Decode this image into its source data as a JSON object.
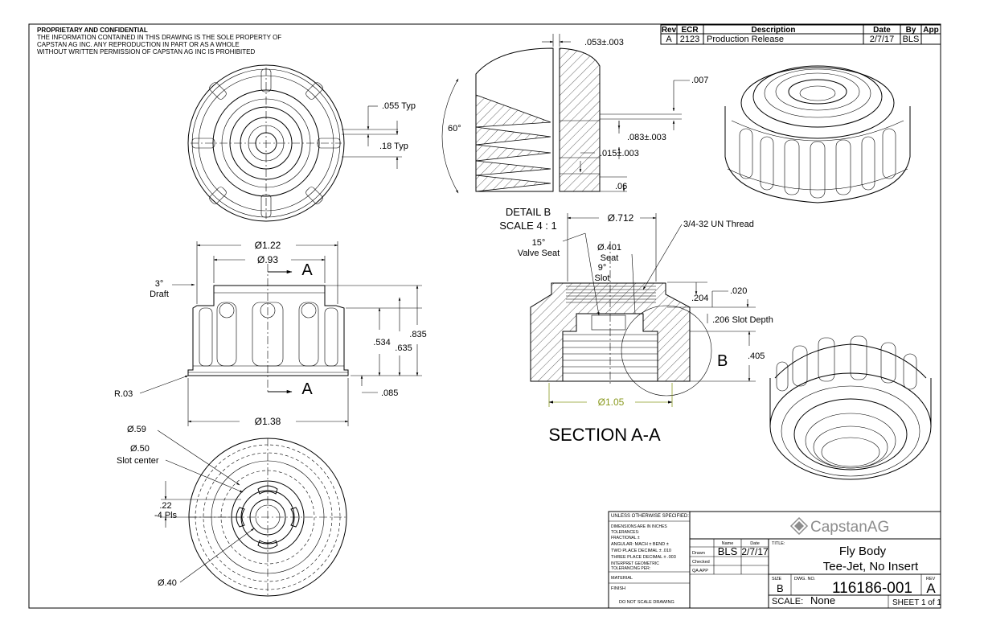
{
  "proprietary": {
    "heading": "PROPRIETARY AND CONFIDENTIAL",
    "line1": "THE INFORMATION CONTAINED IN THIS DRAWING IS THE SOLE PROPERTY OF",
    "line2": "CAPSTAN AG INC. ANY REPRODUCTION IN PART OR AS A WHOLE",
    "line3": "WITHOUT WRITTEN PERMISSION OF CAPSTAN AG INC IS PROHIBITED"
  },
  "revision_table": {
    "headers": {
      "rev": "Rev",
      "ecr": "ECR",
      "description": "Description",
      "date": "Date",
      "by": "By",
      "app": "App"
    },
    "row": {
      "rev": "A",
      "ecr": "2123",
      "description": "Production Release",
      "date": "2/7/17",
      "by": "BLS",
      "app": ""
    }
  },
  "dimensions": {
    "typ055": ".055 Typ",
    "typ18": ".18 Typ",
    "d122": "Ø1.22",
    "d093": "Ø.93",
    "draft_angle": "3°",
    "draft_label": "Draft",
    "d534": ".534",
    "d635": ".635",
    "d835": ".835",
    "r03": "R.03",
    "d085": ".085",
    "d138": "Ø1.38",
    "section_letter": "A",
    "d059": "Ø.59",
    "d050": "Ø.50",
    "slot_center": "Slot center",
    "d022": ".22",
    "pls": "-4 Pls",
    "d040": "Ø.40",
    "d053": ".053±.003",
    "d007": ".007",
    "angle60": "60°",
    "d083": ".083±.003",
    "d015": ".015±.003",
    "d06": ".06",
    "detail_b": "DETAIL B",
    "detail_scale": "SCALE 4 : 1",
    "d0712": "Ø.712",
    "thread": "3/4-32 UN Thread",
    "valve_angle": "15°",
    "valve_seat": "Valve Seat",
    "d0401": "Ø.401",
    "seat": "Seat",
    "slot_angle": "9°",
    "slot": "Slot",
    "d020": ".020",
    "d204": ".204",
    "slot_depth": ".206 Slot Depth",
    "detail_letter": "B",
    "d405": ".405",
    "d105": "Ø1.05",
    "section_title": "SECTION A-A"
  },
  "title_block": {
    "unless": "UNLESS OTHERWISE SPECIFIED:",
    "dims_inches": "DIMENSIONS ARE IN INCHES",
    "tolerances": "TOLERANCES:",
    "fractional": "FRACTIONAL ±",
    "angular": "ANGULAR: MACH ±   BEND ±",
    "two_place": "TWO PLACE DECIMAL   ± .010",
    "three_place": "THREE PLACE DECIMAL  ± .003",
    "interpret": "INTERPRET GEOMETRIC",
    "tolerancing": "TOLERANCING PER:",
    "material": "MATERIAL",
    "finish": "FINISH",
    "do_not_scale": "DO NOT SCALE DRAWING",
    "name_hdr": "Name",
    "date_hdr": "Date",
    "drawn": "Drawn",
    "checked": "Checked",
    "qa_app": "QA APP",
    "drawn_name": "BLS",
    "drawn_date": "2/7/17",
    "company": "CapstanAG",
    "title_label": "TITLE:",
    "title1": "Fly Body",
    "title2": "Tee-Jet, No Insert",
    "size_label": "SIZE",
    "size": "B",
    "dwg_label": "DWG. NO.",
    "dwg_no": "116186-001",
    "rev_label": "REV",
    "rev": "A",
    "scale_label": "SCALE:",
    "scale": "None",
    "sheet": "SHEET 1 of 1"
  },
  "colors": {
    "line": "#000000",
    "dim_green": "#8a9a1f",
    "logo_gray": "#8c8c8c"
  }
}
